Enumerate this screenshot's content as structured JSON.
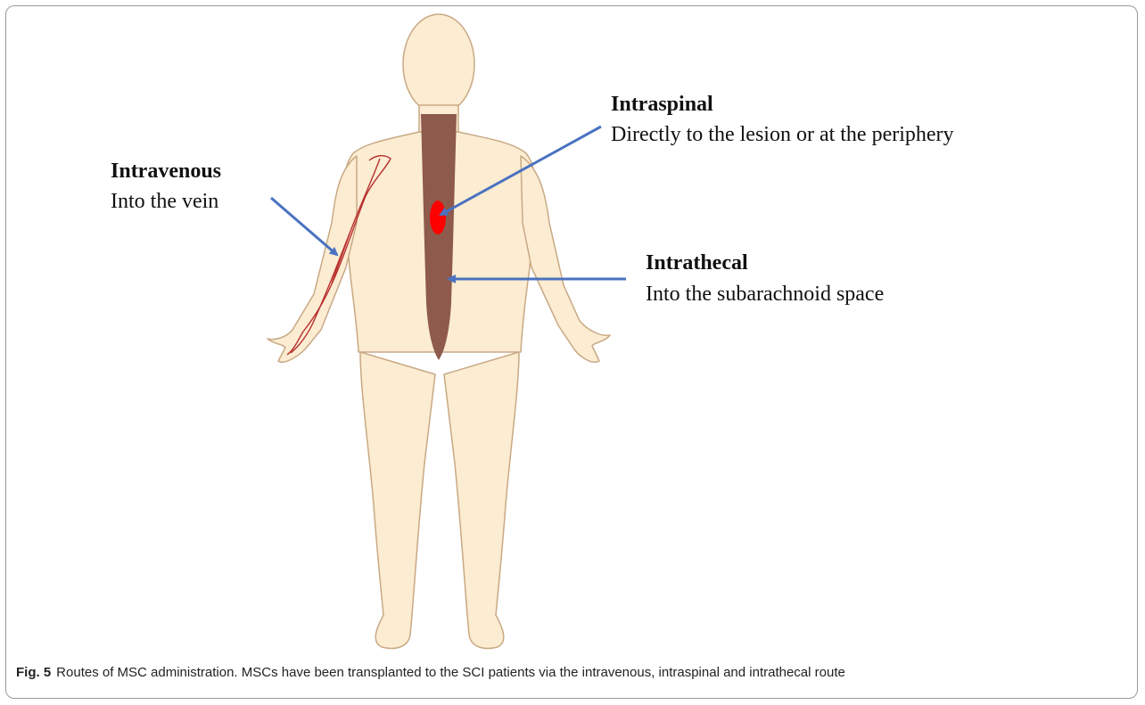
{
  "figure": {
    "labels": {
      "intravenous": {
        "title": "Intravenous",
        "description": "Into the vein"
      },
      "intraspinal": {
        "title": "Intraspinal",
        "description": "Directly to the lesion or at the periphery"
      },
      "intrathecal": {
        "title": "Intrathecal",
        "description": "Into the subarachnoid space"
      }
    },
    "colors": {
      "skin": "#fbecd2",
      "outline": "#c9a984",
      "spinal_cord": "#8d5a4b",
      "lesion": "#ff0000",
      "vein": "#b7302e",
      "arrow": "#4a72c0"
    }
  },
  "caption": {
    "fig_number": "Fig. 5",
    "text": "Routes of MSC administration. MSCs have been transplanted to the SCI patients via the intravenous, intraspinal and intrathecal route"
  }
}
